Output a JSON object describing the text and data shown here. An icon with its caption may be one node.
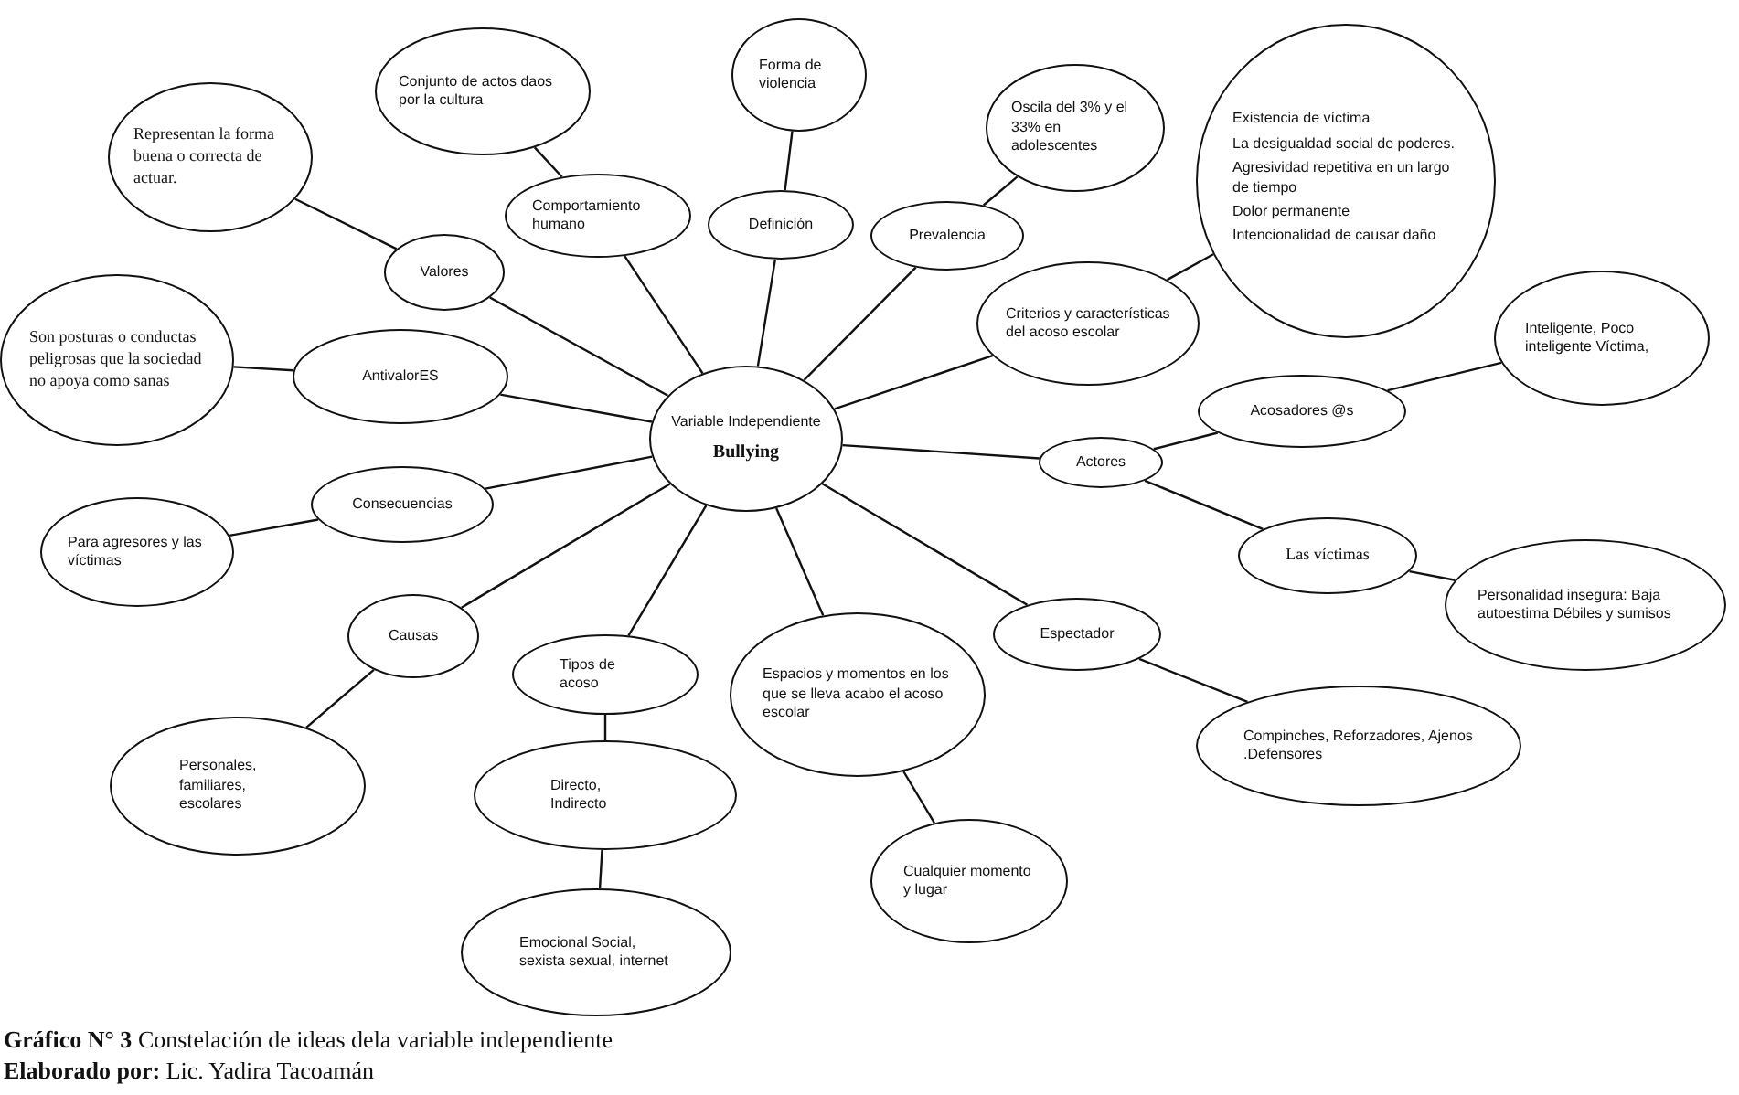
{
  "diagram": {
    "caption": "**Gráfico N° 3** Constelación de ideas dela variable independiente",
    "nodes": [
      {
        "text": [
          "Representan la forma buena o correcta de actuar."
        ]
      },
      {
        "text": [
          "Conjunto de actos daos por la cultura"
        ]
      },
      {
        "text": [
          "Forma de violencia"
        ]
      },
      {
        "text": [
          "Oscila del 3% y el 33% en adolescentes"
        ]
      },
      {
        "text": [
          "Existencia de víctima",
          "La desigualdad social de poderes.",
          "Agresividad repetitiva en un largo de tiempo",
          "Dolor permanente",
          "Intencionalidad de causar daño"
        ]
      },
      {
        "text": [
          "Comportamiento humano"
        ]
      },
      {
        "text": [
          "Definición"
        ]
      },
      {
        "text": [
          "Prevalencia"
        ]
      },
      {
        "text": [
          "Valores"
        ]
      },
      {
        "text": [
          "Son posturas o conductas peligrosas que la sociedad no apoya como sanas"
        ]
      },
      {
        "text": [
          "AntivalorES"
        ]
      },
      {
        "text": [
          "Criterios y características del acoso escolar"
        ]
      },
      {
        "text": [
          "Inteligente, Poco inteligente Víctima,"
        ]
      },
      {
        "text": [
          "Variable Independiente",
          "Bullying"
        ]
      },
      {
        "text": [
          "Acosadores @s"
        ]
      },
      {
        "text": [
          "Actores"
        ]
      },
      {
        "text": [
          "Consecuencias"
        ]
      },
      {
        "text": [
          "Para agresores y las víctimas"
        ]
      },
      {
        "text": [
          "Las víctimas"
        ]
      },
      {
        "text": [
          "Personalidad insegura: Baja autoestima Débiles y sumisos"
        ]
      },
      {
        "text": [
          "Causas"
        ]
      },
      {
        "text": [
          "Espectador"
        ]
      },
      {
        "text": [
          "Tipos de acoso"
        ]
      },
      {
        "text": [
          "Espacios y momentos en los que se lleva acabo el acoso escolar"
        ]
      },
      {
        "text": [
          "Compinches, Reforzadores, Ajenos .Defensores"
        ]
      },
      {
        "text": [
          "Personales, familiares, escolares"
        ]
      },
      {
        "text": [
          "Directo, Indirecto"
        ]
      },
      {
        "text": [
          "Cualquier momento y lugar"
        ]
      },
      {
        "text": [
          "Emocional Social, sexista sexual, internet"
        ]
      }
    ],
    "edges": [
      {
        "from": 13,
        "to": 5,
        "arrow": "none"
      },
      {
        "from": 5,
        "to": 1,
        "arrow": "none"
      },
      {
        "from": 13,
        "to": 6,
        "arrow": "none"
      },
      {
        "from": 6,
        "to": 2,
        "arrow": "none"
      },
      {
        "from": 13,
        "to": 7,
        "arrow": "none"
      },
      {
        "from": 7,
        "to": 3,
        "arrow": "none"
      },
      {
        "from": 13,
        "to": 11,
        "arrow": "none"
      },
      {
        "from": 11,
        "to": 4,
        "arrow": "none"
      },
      {
        "from": 13,
        "to": 8,
        "arrow": "none"
      },
      {
        "from": 8,
        "to": 0,
        "arrow": "none"
      },
      {
        "from": 13,
        "to": 10,
        "arrow": "none"
      },
      {
        "from": 10,
        "to": 9,
        "arrow": "none"
      },
      {
        "from": 13,
        "to": 16,
        "arrow": "none"
      },
      {
        "from": 16,
        "to": 17,
        "arrow": "none"
      },
      {
        "from": 13,
        "to": 20,
        "arrow": "none"
      },
      {
        "from": 20,
        "to": 25,
        "arrow": "none"
      },
      {
        "from": 13,
        "to": 22,
        "arrow": "none"
      },
      {
        "from": 22,
        "to": 26,
        "arrow": "none"
      },
      {
        "from": 26,
        "to": 28,
        "arrow": "none"
      },
      {
        "from": 13,
        "to": 23,
        "arrow": "none"
      },
      {
        "from": 23,
        "to": 27,
        "arrow": "none"
      },
      {
        "from": 13,
        "to": 21,
        "arrow": "none"
      },
      {
        "from": 21,
        "to": 24,
        "arrow": "none"
      },
      {
        "from": 13,
        "to": 15,
        "arrow": "none"
      },
      {
        "from": 15,
        "to": 14,
        "arrow": "none"
      },
      {
        "from": 14,
        "to": 12,
        "arrow": "none"
      },
      {
        "from": 15,
        "to": 18,
        "arrow": "none"
      },
      {
        "from": 18,
        "to": 19,
        "arrow": "none"
      }
    ],
    "labels": [
      "**Elaborado por:** Lic. Yadira Tacoamán"
    ]
  }
}
